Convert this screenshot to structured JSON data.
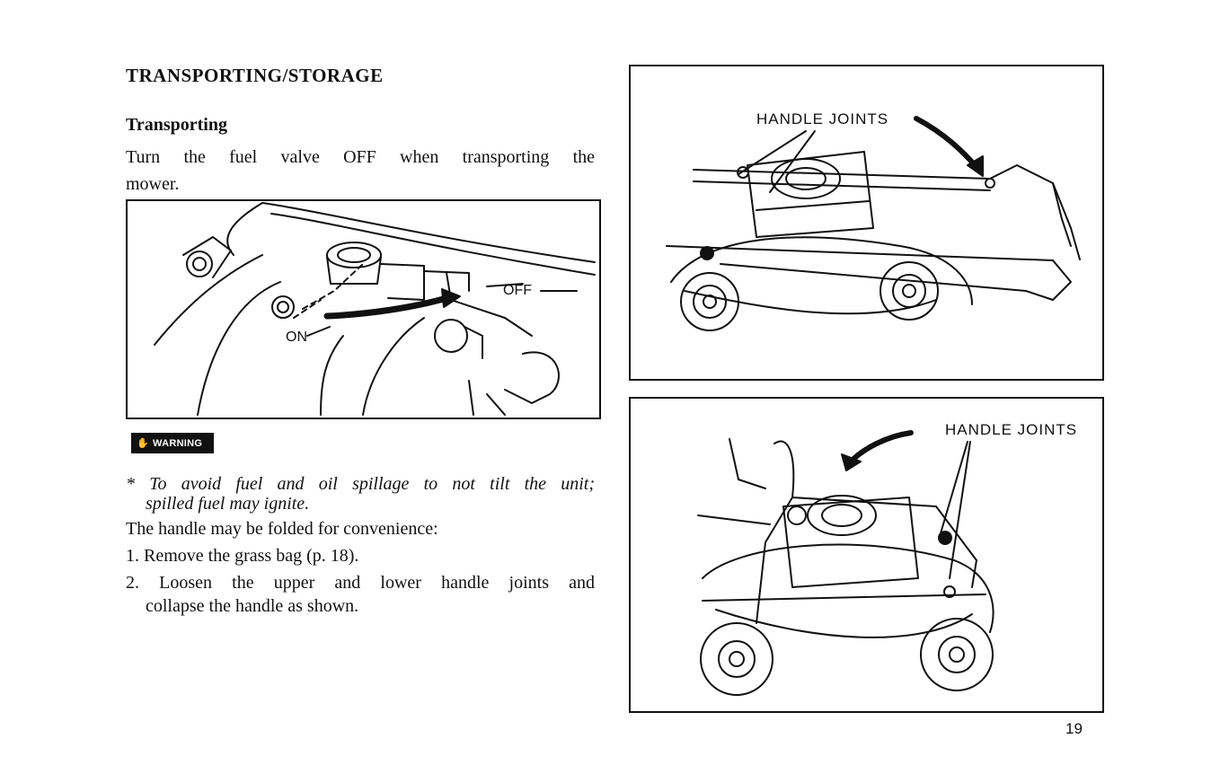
{
  "page": {
    "title": "TRANSPORTING/STORAGE",
    "subtitle": "Transporting",
    "intro_line1": "Turn the fuel valve OFF when transporting the",
    "intro_line2": "mower.",
    "warning_label": "WARNING",
    "warning_line1": "* To avoid fuel and oil spillage to not tilt the unit;",
    "warning_line2": "spilled fuel may ignite.",
    "fold_intro": "The handle may be folded for convenience:",
    "step1": "1. Remove the grass bag (p. 18).",
    "step2_line1": "2. Loosen the upper and lower handle joints and",
    "step2_line2": "collapse the handle as shown.",
    "page_number": "19"
  },
  "figures": {
    "fuel_valve": {
      "label_off": "OFF",
      "label_on": "ON"
    },
    "folded_top": {
      "label": "HANDLE JOINTS"
    },
    "folded_bottom": {
      "label": "HANDLE JOINTS"
    }
  }
}
